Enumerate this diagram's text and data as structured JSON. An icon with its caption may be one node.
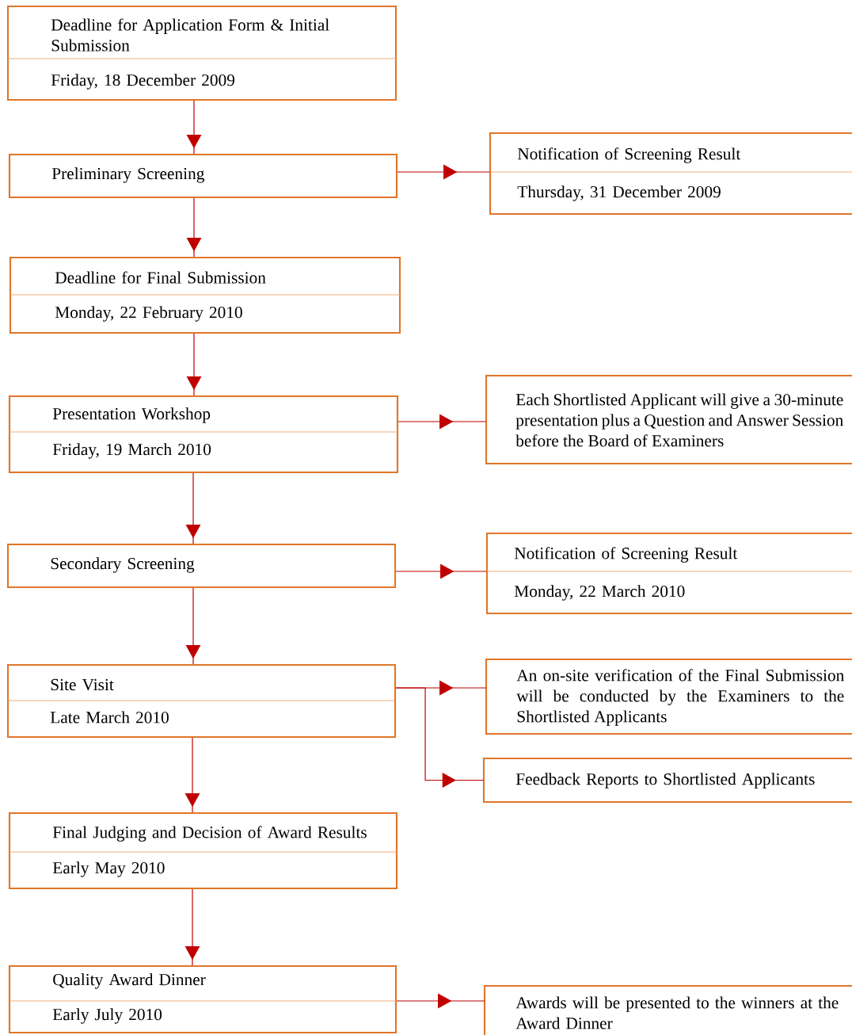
{
  "diagram": {
    "nodes": [
      {
        "text": [
          "Deadline for Application Form & Initial Submission",
          "Friday, 18 December 2009"
        ]
      },
      {
        "text": [
          "Preliminary Screening"
        ]
      },
      {
        "text": [
          "Notification of Screening Result",
          "Thursday, 31 December 2009"
        ]
      },
      {
        "text": [
          "Deadline for Final Submission",
          "Monday, 22 February 2010"
        ]
      },
      {
        "text": [
          "Presentation Workshop",
          "Friday, 19 March 2010"
        ]
      },
      {
        "text": [
          "Each Shortlisted Applicant will give a 30-minute presentation plus a Question and Answer Session before the Board of Examiners"
        ]
      },
      {
        "text": [
          "Secondary Screening"
        ]
      },
      {
        "text": [
          "Notification of Screening Result",
          "Monday, 22 March 2010"
        ]
      },
      {
        "text": [
          "Site Visit",
          "Late March 2010"
        ]
      },
      {
        "text": [
          "An on-site verification of the Final Submission will be conducted by the Examiners to the Shortlisted Applicants"
        ]
      },
      {
        "text": [
          "Feedback Reports to Shortlisted Applicants"
        ]
      },
      {
        "text": [
          "Final Judging and Decision of Award Results",
          "Early May 2010"
        ]
      },
      {
        "text": [
          "Quality Award Dinner",
          "Early July 2010"
        ]
      },
      {
        "text": [
          "Awards will be presented to the winners at the Award Dinner"
        ]
      }
    ],
    "edges": [
      {
        "from": 0,
        "to": 1,
        "arrow": "to"
      },
      {
        "from": 1,
        "to": 2,
        "arrow": "to"
      },
      {
        "from": 1,
        "to": 3,
        "arrow": "to"
      },
      {
        "from": 3,
        "to": 4,
        "arrow": "to"
      },
      {
        "from": 4,
        "to": 5,
        "arrow": "to"
      },
      {
        "from": 4,
        "to": 6,
        "arrow": "to"
      },
      {
        "from": 6,
        "to": 7,
        "arrow": "to"
      },
      {
        "from": 6,
        "to": 8,
        "arrow": "to"
      },
      {
        "from": 8,
        "to": 9,
        "arrow": "to"
      },
      {
        "from": 8,
        "to": 10,
        "arrow": "to"
      },
      {
        "from": 8,
        "to": 11,
        "arrow": "to"
      },
      {
        "from": 11,
        "to": 12,
        "arrow": "to"
      },
      {
        "from": 12,
        "to": 13,
        "arrow": "to"
      }
    ]
  }
}
